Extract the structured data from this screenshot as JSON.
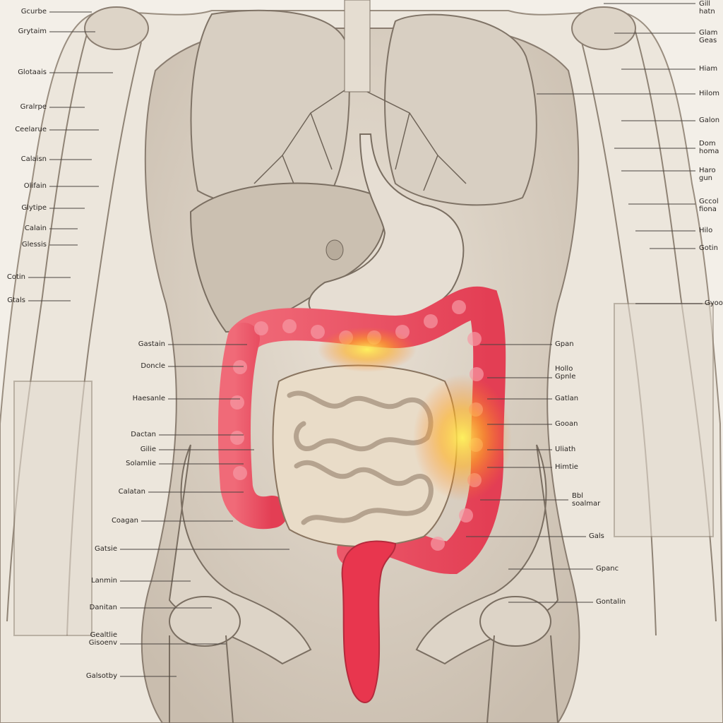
{
  "colors": {
    "background": "#f3efe8",
    "sketch": "#8a7d70",
    "skin": "#dcd3c6",
    "organ": "#cfc4b6",
    "colon": "#ee4a5e",
    "colon_highlight": "#f7a0a8",
    "hotspot": "#ffcc22",
    "small_intestine": "#efe2cf",
    "rectum": "#e8364e",
    "leader_line": "#4a4440"
  },
  "labels": {
    "left": [
      {
        "text": "Gcurbe"
      },
      {
        "text": "Grytaim"
      },
      {
        "text": "Glotaais"
      },
      {
        "text": "Gralrpe"
      },
      {
        "text": "Ceelarue"
      },
      {
        "text": "Calaisn"
      },
      {
        "text": "Olifain"
      },
      {
        "text": "Glytipe"
      },
      {
        "text": "Calain"
      },
      {
        "text": "Glessis"
      },
      {
        "text": "Cotin"
      },
      {
        "text": "Gtals"
      }
    ],
    "center_left": [
      {
        "text": "Gastain"
      },
      {
        "text": "Doncle"
      },
      {
        "text": "Haesanle"
      },
      {
        "text": "Dactan"
      },
      {
        "text": "Gilie"
      },
      {
        "text": "Solamlie"
      },
      {
        "text": "Calatan"
      },
      {
        "text": "Coagan"
      },
      {
        "text": "Gatsie"
      },
      {
        "text": "Lanmin"
      },
      {
        "text": "Danitan"
      },
      {
        "text": "Gealtlie\nGisoenv"
      },
      {
        "text": "Galsotby"
      }
    ],
    "center_right": [
      {
        "text": "Gpan"
      },
      {
        "text": "Hollo\nGpnle"
      },
      {
        "text": "Gatlan"
      },
      {
        "text": "Gooan"
      },
      {
        "text": "Uliath"
      },
      {
        "text": "Himtie"
      },
      {
        "text": "Bbl\nsoalmar"
      },
      {
        "text": "Gals"
      },
      {
        "text": "Gpanc"
      },
      {
        "text": "Gontalin"
      }
    ],
    "right": [
      {
        "text": "Gill\nhatn"
      },
      {
        "text": "Glam\nGeas"
      },
      {
        "text": "Hiam"
      },
      {
        "text": "Hilom"
      },
      {
        "text": "Galon"
      },
      {
        "text": "Dom\nhoma"
      },
      {
        "text": "Haro\ngun"
      },
      {
        "text": "Gccol\nfiona"
      },
      {
        "text": "Hilo"
      },
      {
        "text": "Gotin"
      },
      {
        "text": "Gyool"
      }
    ]
  }
}
